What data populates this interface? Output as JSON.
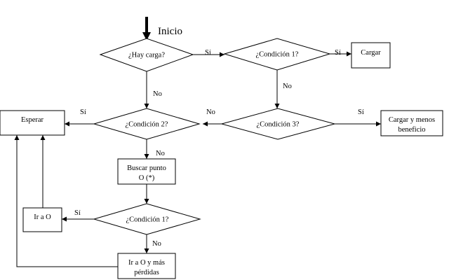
{
  "start": {
    "label": "Inicio"
  },
  "nodes": {
    "d_hay_carga": {
      "label": "¿Hay carga?"
    },
    "d_cond1_top": {
      "label": "¿Condición 1?"
    },
    "p_cargar": {
      "label": "Cargar"
    },
    "d_cond2": {
      "label": "¿Condición 2?"
    },
    "d_cond3": {
      "label": "¿Condición 3?"
    },
    "p_esperar": {
      "label": "Esperar"
    },
    "p_cargar_menos": {
      "line1": "Cargar y menos",
      "line2": "beneficio"
    },
    "p_buscar": {
      "line1": "Buscar punto",
      "line2": "O (*)"
    },
    "d_cond1_bottom": {
      "label": "¿Condición 1?"
    },
    "p_ir_a_o": {
      "label": "Ir a O"
    },
    "p_ir_mas": {
      "line1": "Ir a O y más",
      "line2": "pérdidas"
    }
  },
  "edge_labels": {
    "hay_si": "Sí",
    "cond1top_si": "Sí",
    "hay_no": "No",
    "cond1top_no": "No",
    "cond3_no": "No",
    "cond3_si": "Sí",
    "cond2_si": "Sí",
    "cond2_no": "No",
    "cond1bottom_si": "Sí",
    "cond1bottom_no": "No"
  }
}
